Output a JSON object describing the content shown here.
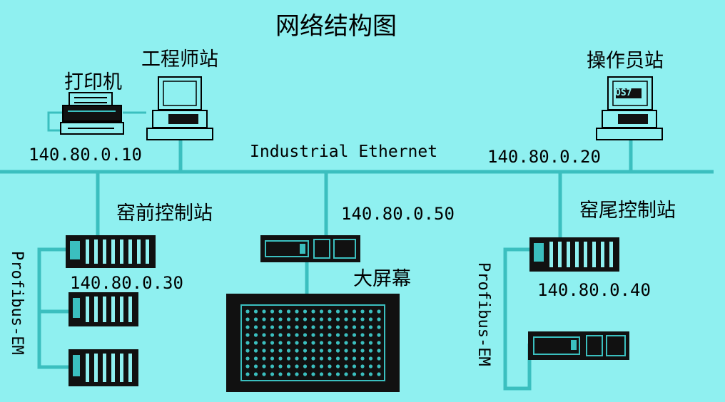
{
  "title": "网络结构图",
  "bus_label": "Industrial Ethernet",
  "nodes": {
    "printer": {
      "label": "打印机"
    },
    "engineer": {
      "label": "工程师站",
      "ip": "140.80.0.10"
    },
    "operator": {
      "label": "操作员站",
      "ip": "140.80.0.20",
      "screen_text": "OS7"
    },
    "kiln_head": {
      "label": "窑前控制站",
      "ip": "140.80.0.30"
    },
    "kiln_tail": {
      "label": "窑尾控制站",
      "ip": "140.80.0.40"
    },
    "big_screen": {
      "label": "大屏幕",
      "ip": "140.80.0.50"
    }
  },
  "fieldbus_left": "Profibus-EM",
  "fieldbus_right": "Profibus-EM",
  "colors": {
    "background": "#8ff0f0",
    "line": "#3bbfbf",
    "device": "#111111"
  }
}
